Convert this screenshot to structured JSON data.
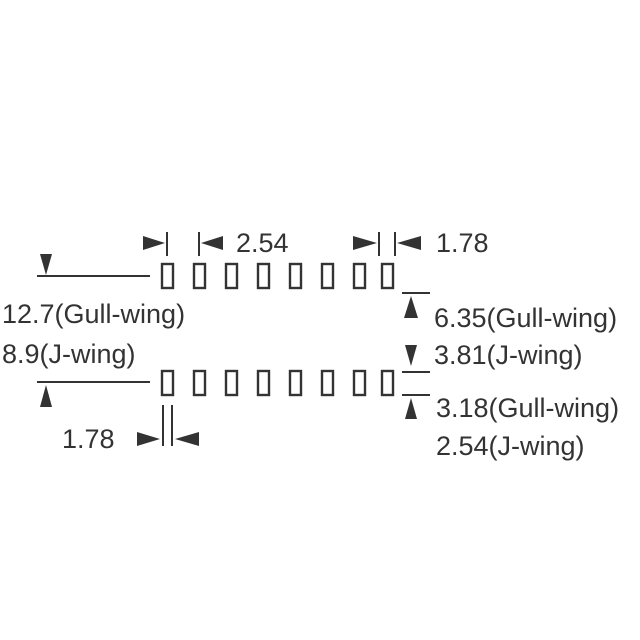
{
  "labels": {
    "pitch": "2.54",
    "pad_width_top": "1.78",
    "pad_width_bottom": "1.78",
    "span_gull": "12.7(Gull-wing)",
    "span_j": "8.9(J-wing)",
    "pad_len_gull": "6.35(Gull-wing)",
    "pad_len_j": "3.81(J-wing)",
    "gap_gull": "3.18(Gull-wing)",
    "gap_j": "2.54(J-wing)"
  },
  "pads": {
    "per_row": 8
  },
  "colors": {
    "ink": "#333333",
    "background": "#ffffff"
  }
}
